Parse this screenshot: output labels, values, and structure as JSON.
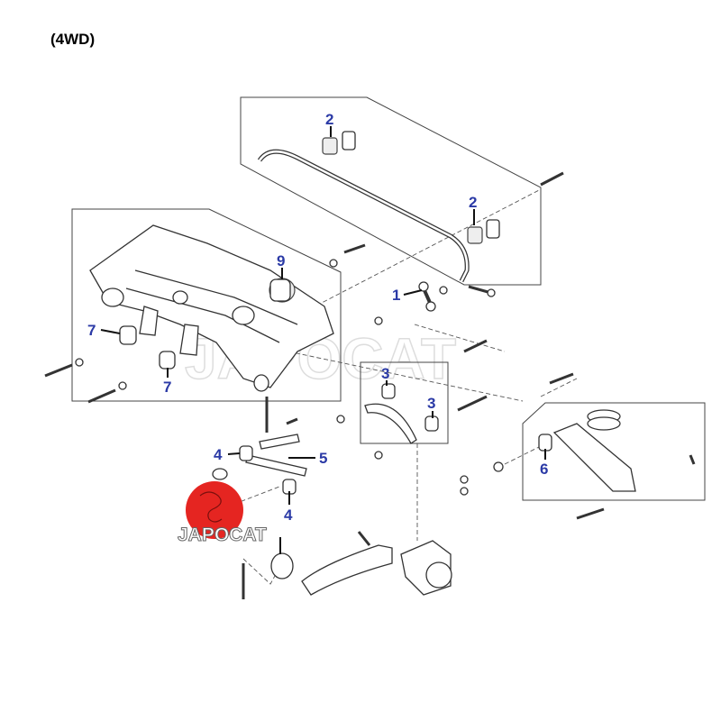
{
  "title": "(4WD)",
  "callouts": [
    {
      "id": "c2a",
      "label": "2"
    },
    {
      "id": "c2b",
      "label": "2"
    },
    {
      "id": "c9",
      "label": "9"
    },
    {
      "id": "c1",
      "label": "1"
    },
    {
      "id": "c7a",
      "label": "7"
    },
    {
      "id": "c7b",
      "label": "7"
    },
    {
      "id": "c3a",
      "label": "3"
    },
    {
      "id": "c3b",
      "label": "3"
    },
    {
      "id": "c4a",
      "label": "4"
    },
    {
      "id": "c5",
      "label": "5"
    },
    {
      "id": "c4b",
      "label": "4"
    },
    {
      "id": "c6",
      "label": "6"
    }
  ],
  "watermark": "JAPOCAT",
  "logo": {
    "text": "JAPOCAT",
    "color": "#e52521"
  },
  "colors": {
    "callout": "#2b3aa6"
  }
}
